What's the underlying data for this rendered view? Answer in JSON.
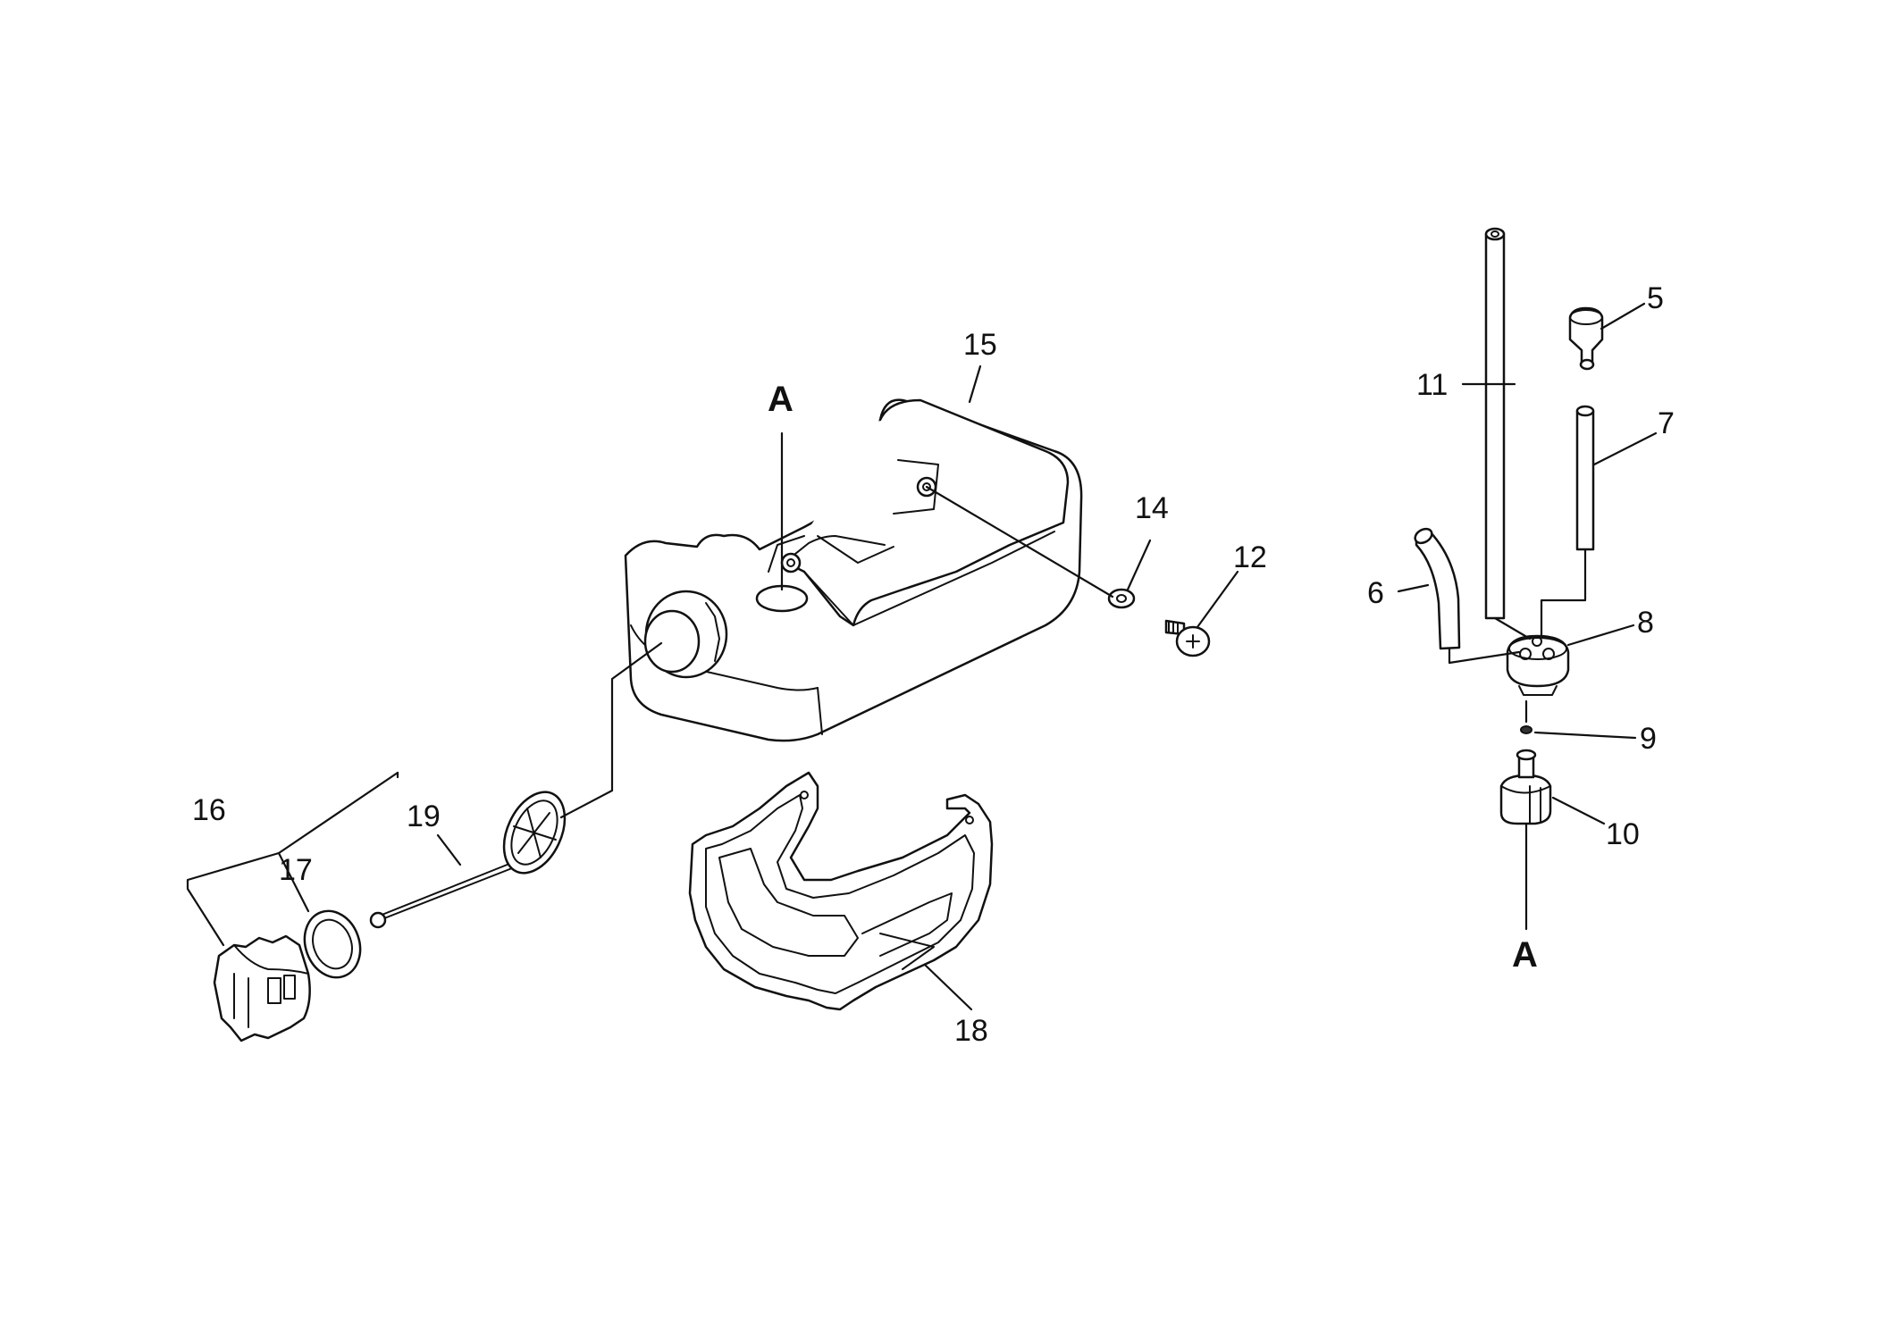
{
  "callouts": {
    "c5": "5",
    "c6": "6",
    "c7": "7",
    "c8": "8",
    "c9": "9",
    "c10": "10",
    "c11": "11",
    "c12": "12",
    "c14": "14",
    "c15": "15",
    "c16": "16",
    "c17": "17",
    "c18": "18",
    "c19": "19"
  },
  "references": {
    "top": "A",
    "bottom": "A"
  }
}
